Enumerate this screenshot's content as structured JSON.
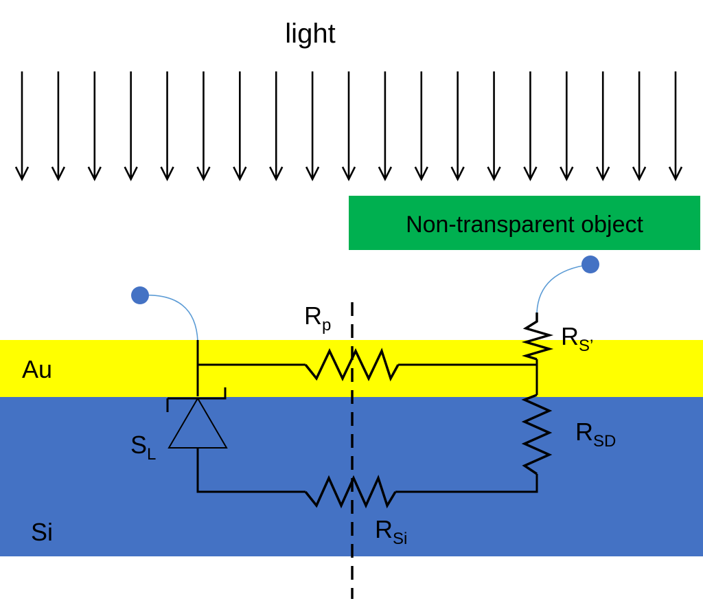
{
  "title": "light",
  "light_arrow_count": 19,
  "object": {
    "label": "Non-transparent object",
    "color": "#00b050"
  },
  "layers": {
    "au": {
      "label": "Au",
      "color": "#ffff00"
    },
    "si": {
      "label": "Si",
      "color": "#4472c4"
    }
  },
  "components": {
    "rp": {
      "main": "R",
      "sub": "p"
    },
    "rs": {
      "main": "R",
      "sub": "S’"
    },
    "rsd": {
      "main": "R",
      "sub": "SD"
    },
    "rsi": {
      "main": "R",
      "sub": "Si"
    },
    "sl": {
      "main": "S",
      "sub": "L"
    }
  },
  "contact_color": "#4472c4",
  "lead_color": "#5b9bd5"
}
